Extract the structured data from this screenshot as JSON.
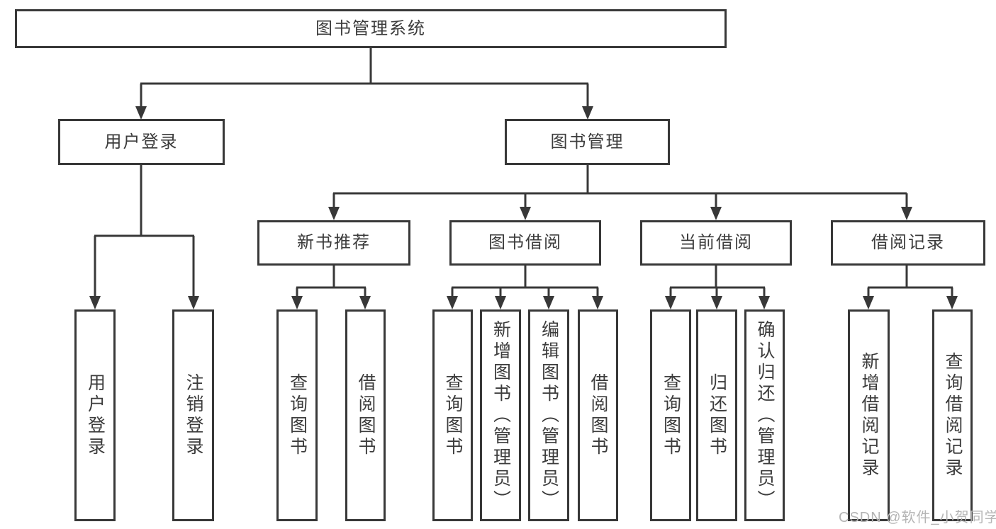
{
  "diagram": {
    "root": {
      "label": "图书管理系统"
    },
    "level2": {
      "user_login": {
        "label": "用户登录"
      },
      "book_mgmt": {
        "label": "图书管理"
      }
    },
    "level3": {
      "new_book_rec": {
        "label": "新书推荐"
      },
      "book_borrow": {
        "label": "图书借阅"
      },
      "current_borrow": {
        "label": "当前借阅"
      },
      "borrow_records": {
        "label": "借阅记录"
      }
    },
    "leaves": {
      "user_login": {
        "label": "用户登录"
      },
      "logout": {
        "label": "注销登录"
      },
      "rec_query_books": {
        "label": "查询图书"
      },
      "rec_borrow_books": {
        "label": "借阅图书"
      },
      "borrow_query_books": {
        "label": "查询图书"
      },
      "borrow_add_books": {
        "label": "新增图书（管理员）"
      },
      "borrow_edit_books": {
        "label": "编辑图书（管理员）"
      },
      "borrow_borrow_books": {
        "label": "借阅图书"
      },
      "current_query_books": {
        "label": "查询图书"
      },
      "current_return_books": {
        "label": "归还图书"
      },
      "current_confirm_return": {
        "label": "确认归还（管理员）"
      },
      "records_add_record": {
        "label": "新增借阅记录"
      },
      "records_query_record": {
        "label": "查询借阅记录"
      }
    }
  },
  "watermark": {
    "text": "CSDN @软件_小贺同学"
  },
  "colors": {
    "line": "#383838",
    "text": "#3c3c3c",
    "box_background": "#ffffff",
    "page_background": "#ffffff",
    "watermark": "#b5b5b5"
  }
}
